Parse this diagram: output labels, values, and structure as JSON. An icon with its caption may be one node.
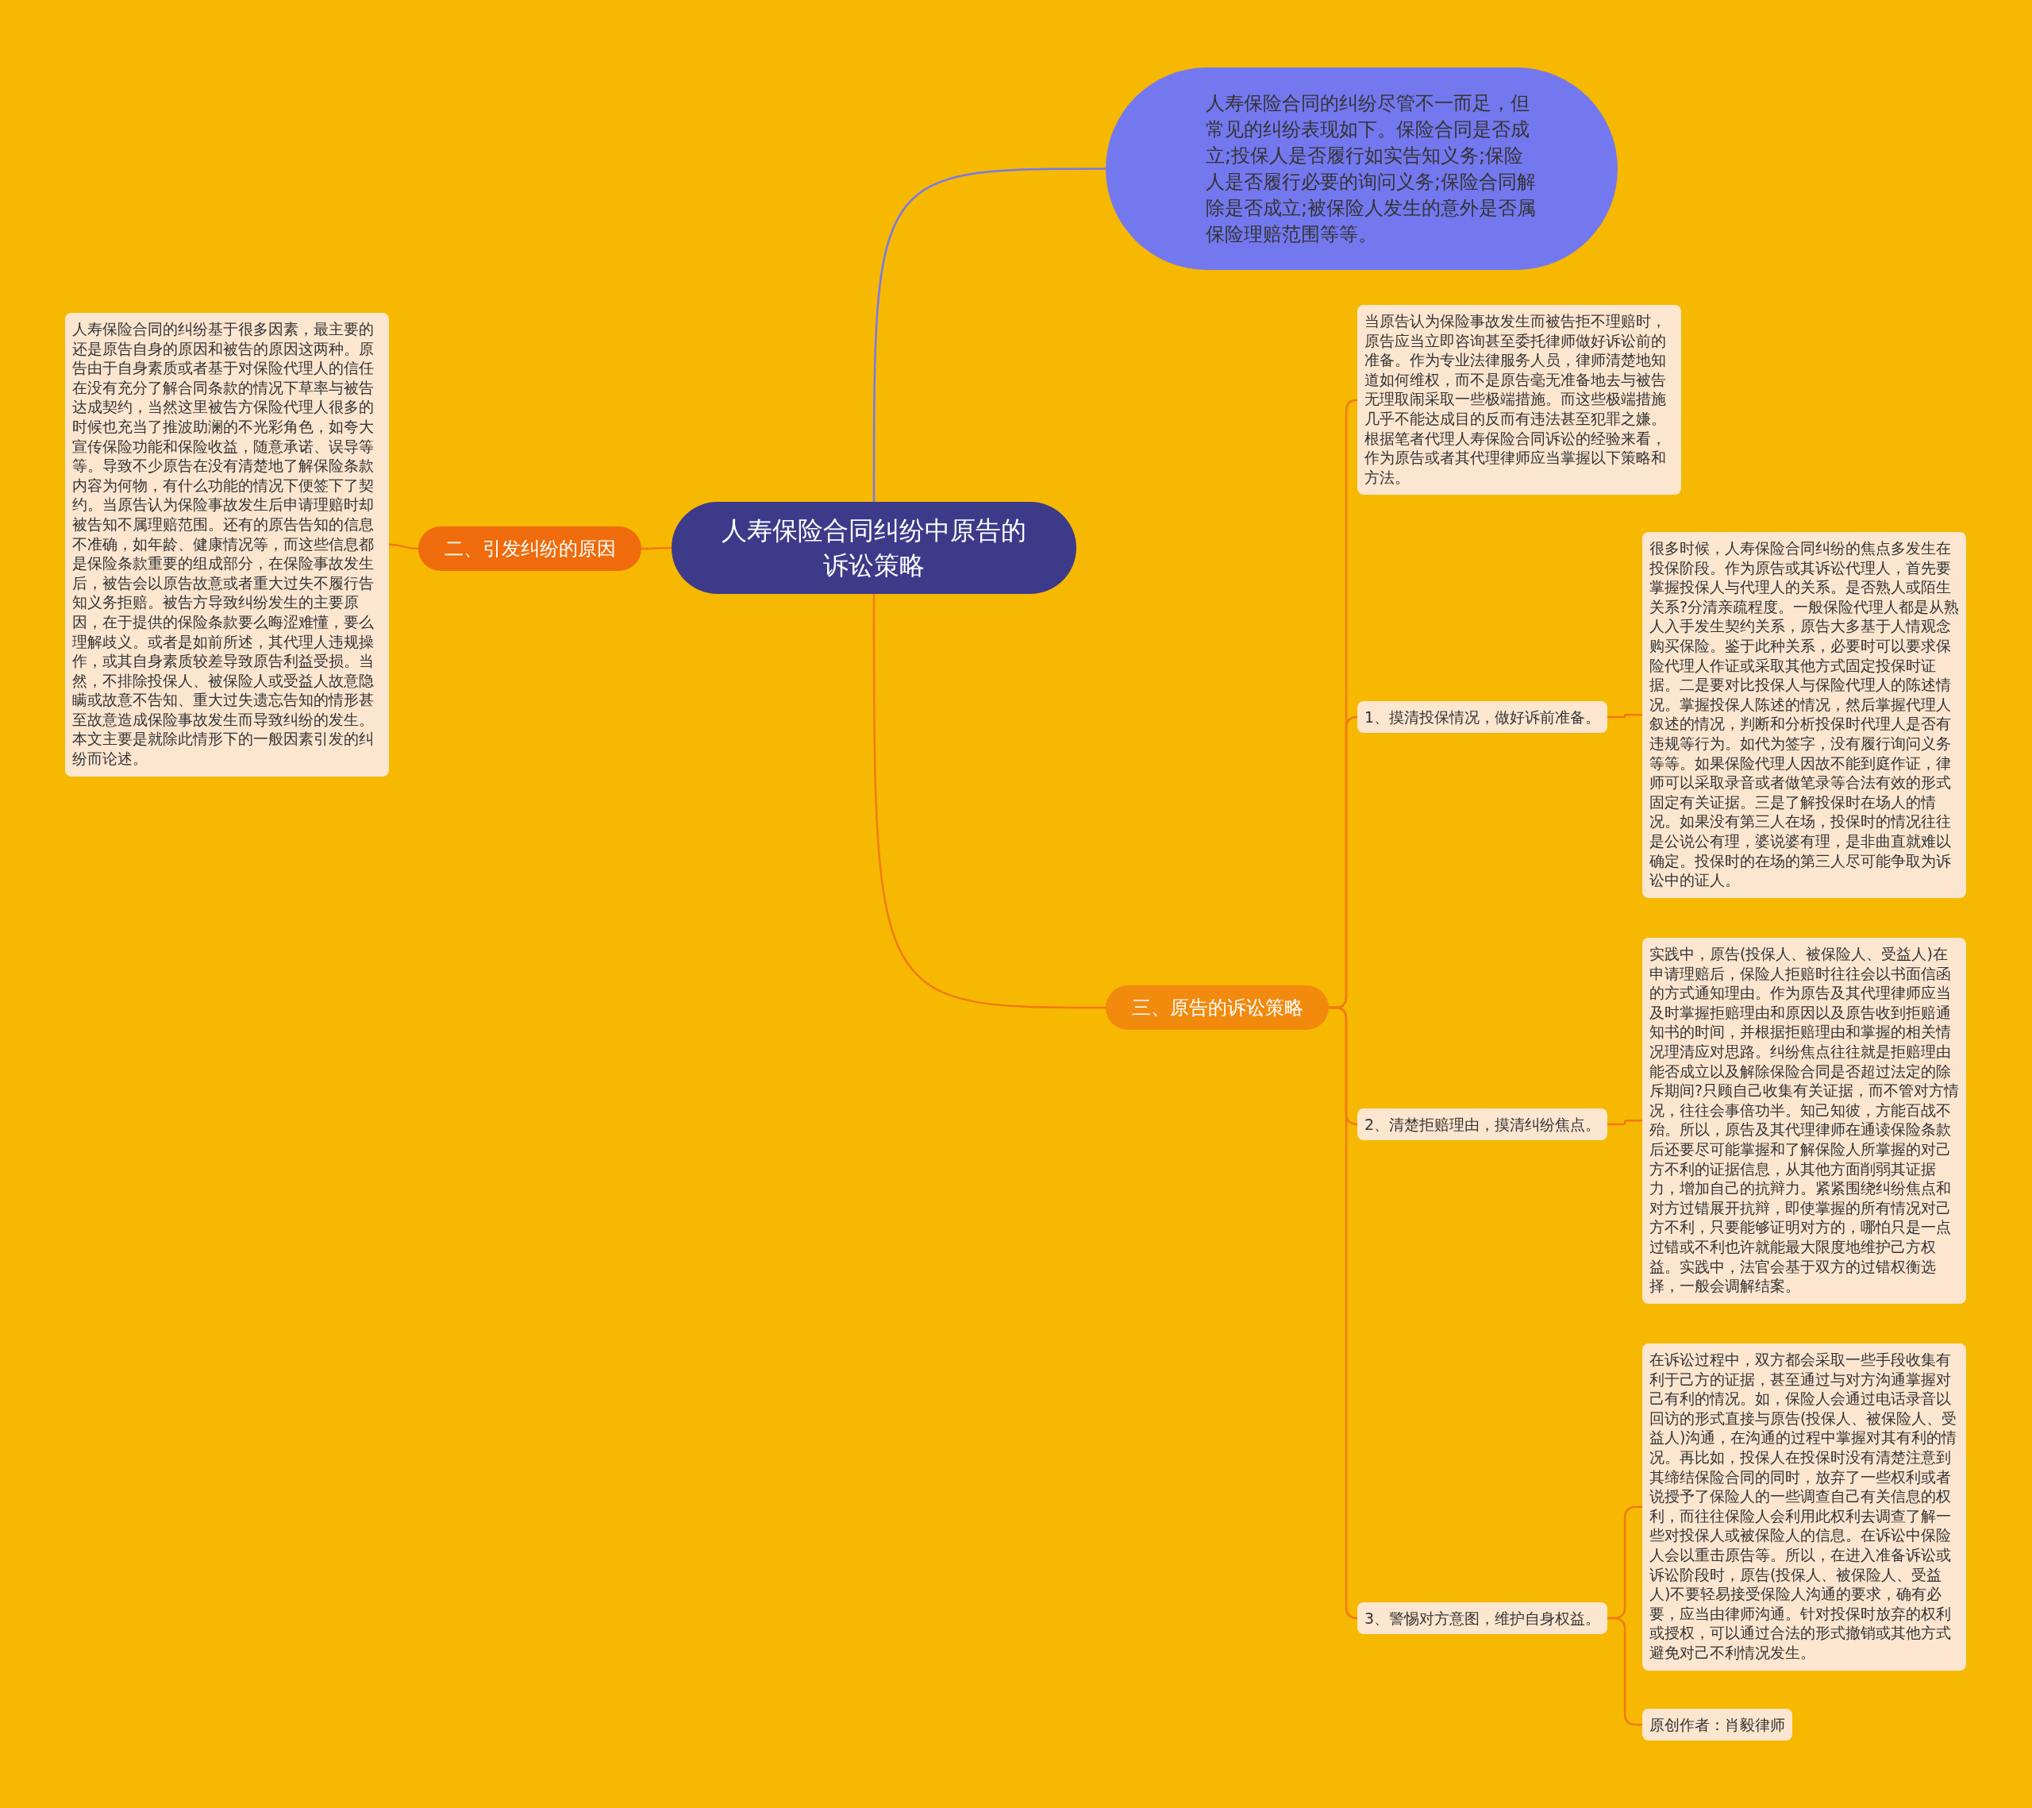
{
  "diagram": {
    "nodes": [
      {
        "text": [
          "人寿保险合同纠纷中原告的诉讼策略"
        ]
      },
      {
        "text": [
          "人寿保险合同的纠纷尽管不一而足，但常见的纠纷表现如下。保险合同是否成立;投保人是否履行如实告知义务;保险人是否履行必要的询问义务;保险合同解除是否成立;被保险人发生的意外是否属保险理赔范围等等。"
        ]
      },
      {
        "text": [
          "二、引发纠纷的原因"
        ]
      },
      {
        "text": [
          "人寿保险合同的纠纷基于很多因素，最主要的还是原告自身的原因和被告的原因这两种。原告由于自身素质或者基于对保险代理人的信任在没有充分了解合同条款的情况下草率与被告达成契约，当然这里被告方保险代理人很多的时候也充当了推波助澜的不光彩角色，如夸大宣传保险功能和保险收益，随意承诺、误导等等。导致不少原告在没有清楚地了解保险条款内容为何物，有什么功能的情况下便签下了契约。当原告认为保险事故发生后申请理赔时却被告知不属理赔范围。还有的原告告知的信息不准确，如年龄、健康情况等，而这些信息都是保险条款重要的组成部分，在保险事故发生后，被告会以原告故意或者重大过失不履行告知义务拒赔。被告方导致纠纷发生的主要原因，在于提供的保险条款要么晦涩难懂，要么理解歧义。或者是如前所述，其代理人违规操作，或其自身素质较差导致原告利益受损。当然，不排除投保人、被保险人或受益人故意隐瞒或故意不告知、重大过失遗忘告知的情形甚至故意造成保险事故发生而导致纠纷的发生。本文主要是就除此情形下的一般因素引发的纠纷而论述。"
        ]
      },
      {
        "text": [
          "三、原告的诉讼策略"
        ]
      },
      {
        "text": [
          "当原告认为保险事故发生而被告拒不理赔时，原告应当立即咨询甚至委托律师做好诉讼前的准备。作为专业法律服务人员，律师清楚地知道如何维权，而不是原告毫无准备地去与被告无理取闹采取一些极端措施。而这些极端措施几乎不能达成目的反而有违法甚至犯罪之嫌。根据笔者代理人寿保险合同诉讼的经验来看，作为原告或者其代理律师应当掌握以下策略和方法。"
        ]
      },
      {
        "text": [
          "1、摸清投保情况，做好诉前准备。"
        ]
      },
      {
        "text": [
          "很多时候，人寿保险合同纠纷的焦点多发生在投保阶段。作为原告或其诉讼代理人，首先要掌握投保人与代理人的关系。是否熟人或陌生关系?分清亲疏程度。一般保险代理人都是从熟人入手发生契约关系，原告大多基于人情观念购买保险。鉴于此种关系，必要时可以要求保险代理人作证或采取其他方式固定投保时证据。二是要对比投保人与保险代理人的陈述情况。掌握投保人陈述的情况，然后掌握代理人叙述的情况，判断和分析投保时代理人是否有违规等行为。如代为签字，没有履行询问义务等等。如果保险代理人因故不能到庭作证，律师可以采取录音或者做笔录等合法有效的形式固定有关证据。三是了解投保时在场人的情况。如果没有第三人在场，投保时的情况往往是公说公有理，婆说婆有理，是非曲直就难以确定。投保时的在场的第三人尽可能争取为诉讼中的证人。"
        ]
      },
      {
        "text": [
          "2、清楚拒赔理由，摸清纠纷焦点。"
        ]
      },
      {
        "text": [
          "实践中，原告(投保人、被保险人、受益人)在申请理赔后，保险人拒赔时往往会以书面信函的方式通知理由。作为原告及其代理律师应当及时掌握拒赔理由和原因以及原告收到拒赔通知书的时间，并根据拒赔理由和掌握的相关情况理清应对思路。纠纷焦点往往就是拒赔理由能否成立以及解除保险合同是否超过法定的除斥期间?只顾自己收集有关证据，而不管对方情况，往往会事倍功半。知己知彼，方能百战不殆。所以，原告及其代理律师在通读保险条款后还要尽可能掌握和了解保险人所掌握的对己方不利的证据信息，从其他方面削弱其证据力，增加自己的抗辩力。紧紧围绕纠纷焦点和对方过错展开抗辩，即使掌握的所有情况对己方不利，只要能够证明对方的，哪怕只是一点过错或不利也许就能最大限度地维护己方权益。实践中，法官会基于双方的过错权衡选择，一般会调解结案。"
        ]
      },
      {
        "text": [
          "3、警惕对方意图，维护自身权益。"
        ]
      },
      {
        "text": [
          "在诉讼过程中，双方都会采取一些手段收集有利于己方的证据，甚至通过与对方沟通掌握对己有利的情况。如，保险人会通过电话录音以回访的形式直接与原告(投保人、被保险人、受益人)沟通，在沟通的过程中掌握对其有利的情况。再比如，投保人在投保时没有清楚注意到其缔结保险合同的同时，放弃了一些权利或者说授予了保险人的一些调查自己有关信息的权利，而往往保险人会利用此权利去调查了解一些对投保人或被保险人的信息。在诉讼中保险人会以重击原告等。所以，在进入准备诉讼或诉讼阶段时，原告(投保人、被保险人、受益人)不要轻易接受保险人沟通的要求，确有必要，应当由律师沟通。针对投保时放弃的权利或授权，可以通过合法的形式撤销或其他方式避免对己不利情况发生。"
        ]
      },
      {
        "text": [
          "原创作者：肖毅律师"
        ]
      }
    ],
    "edges": [
      {
        "from": 0,
        "to": 1,
        "arrow": "none",
        "color": "#7478ee"
      },
      {
        "from": 0,
        "to": 2,
        "arrow": "none"
      },
      {
        "from": 2,
        "to": 3,
        "arrow": "none"
      },
      {
        "from": 0,
        "to": 4,
        "arrow": "none"
      },
      {
        "from": 4,
        "to": 5,
        "arrow": "none"
      },
      {
        "from": 4,
        "to": 6,
        "arrow": "none"
      },
      {
        "from": 6,
        "to": 7,
        "arrow": "none"
      },
      {
        "from": 4,
        "to": 8,
        "arrow": "none"
      },
      {
        "from": 8,
        "to": 9,
        "arrow": "none"
      },
      {
        "from": 4,
        "to": 10,
        "arrow": "none"
      },
      {
        "from": 10,
        "to": 11,
        "arrow": "none"
      },
      {
        "from": 10,
        "to": 12,
        "arrow": "none"
      }
    ]
  }
}
